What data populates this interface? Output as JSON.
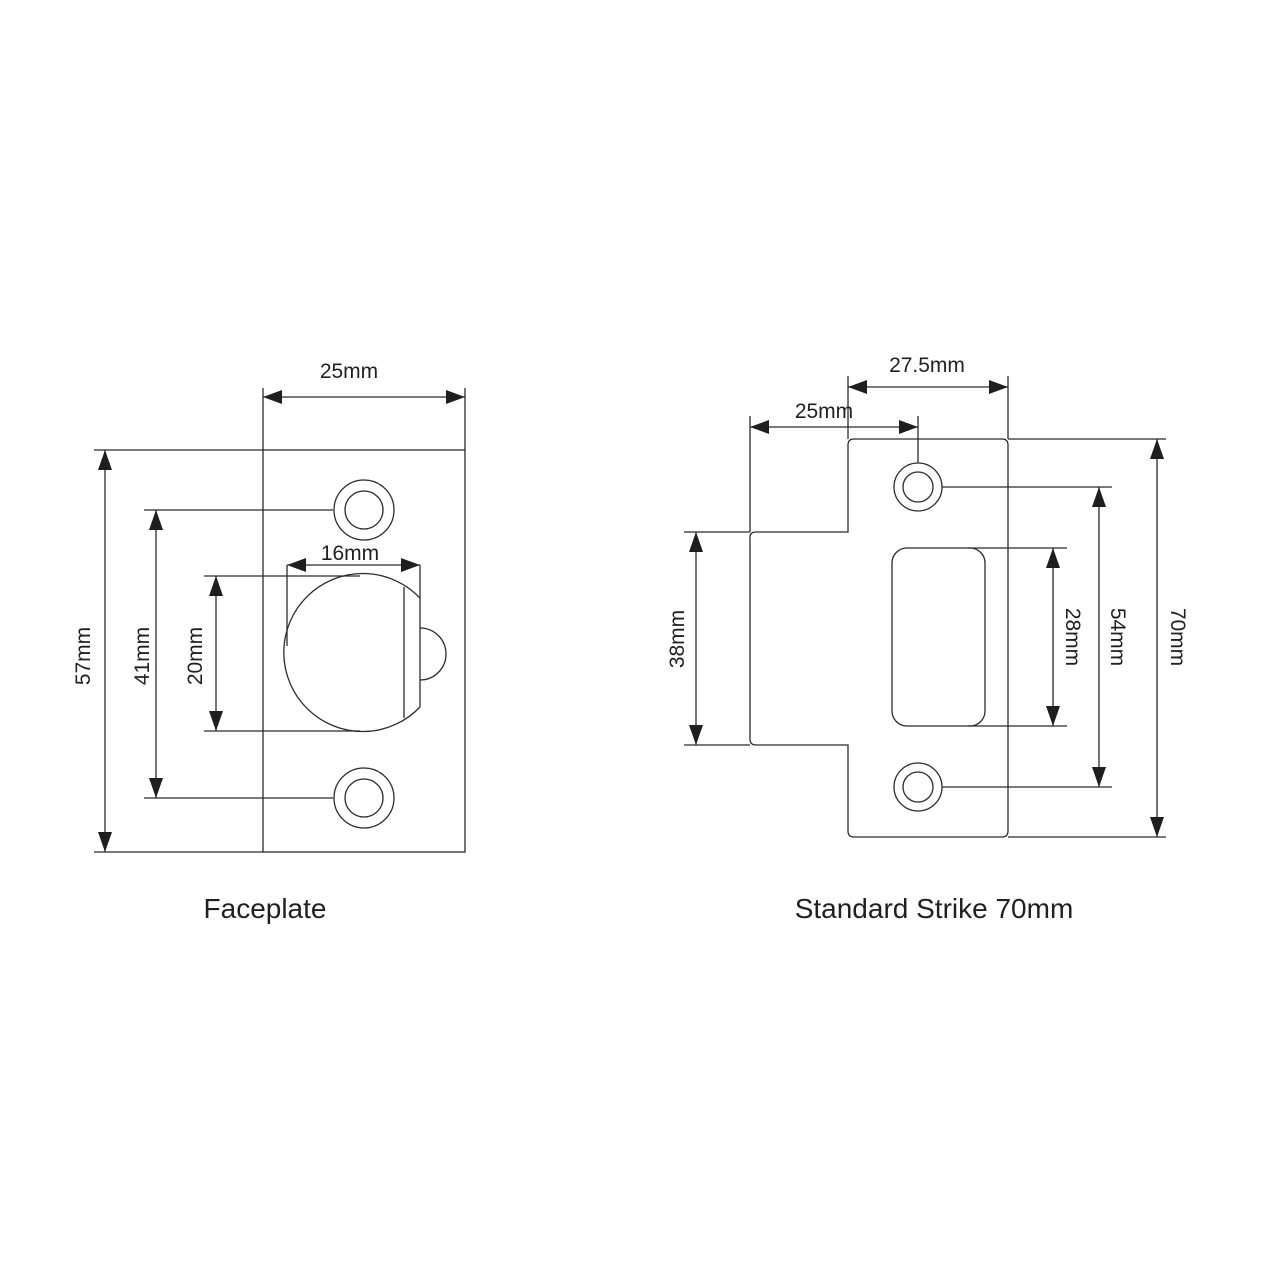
{
  "diagram": {
    "type": "technical-dimension-drawing",
    "stroke_color": "#2b2b2b",
    "background": "#ffffff"
  },
  "faceplate": {
    "caption": "Faceplate",
    "dimensions": {
      "width": "25mm",
      "height": "57mm",
      "screw_centers": "41mm",
      "latch_height": "20mm",
      "latch_width": "16mm"
    }
  },
  "strike": {
    "caption": "Standard Strike 70mm",
    "dimensions": {
      "overall_width": "27.5mm",
      "lip_to_hole": "25mm",
      "lip_height": "38mm",
      "opening_height": "28mm",
      "screw_centers": "54mm",
      "height": "70mm"
    }
  }
}
